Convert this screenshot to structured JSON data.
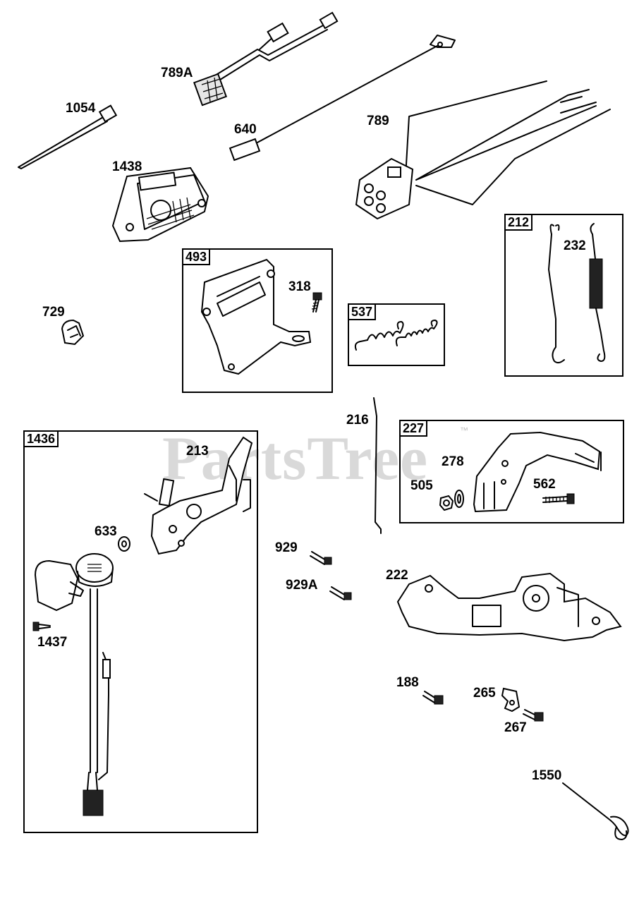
{
  "watermark": "PartsTree",
  "watermark_tm": "™",
  "labels": {
    "l_789A": "789A",
    "l_1054": "1054",
    "l_640": "640",
    "l_789": "789",
    "l_1438": "1438",
    "l_318": "318",
    "l_729": "729",
    "l_232": "232",
    "l_216": "216",
    "l_213": "213",
    "l_278": "278",
    "l_505": "505",
    "l_562": "562",
    "l_633": "633",
    "l_929": "929",
    "l_929A": "929A",
    "l_222": "222",
    "l_1437": "1437",
    "l_188": "188",
    "l_265": "265",
    "l_267": "267",
    "l_1550": "1550"
  },
  "boxes": {
    "b_493": "493",
    "b_537": "537",
    "b_212": "212",
    "b_227": "227",
    "b_1436": "1436"
  }
}
